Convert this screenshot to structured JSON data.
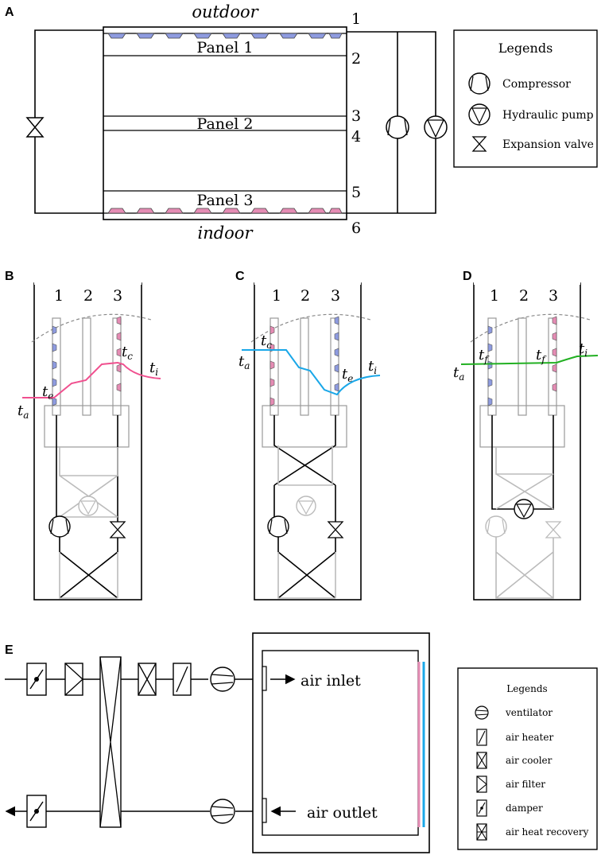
{
  "panel_labels": {
    "A": "A",
    "B": "B",
    "C": "C",
    "D": "D",
    "E": "E"
  },
  "colors": {
    "cold_fin": "#8e9be0",
    "hot_fin": "#e58cb4",
    "pink_curve": "#f0508f",
    "blue_curve": "#1aa7e8",
    "green_curve": "#22b022"
  },
  "diagram_a": {
    "outdoor": "outdoor",
    "indoor": "indoor",
    "panels": [
      "Panel 1",
      "Panel 2",
      "Panel 3"
    ],
    "numbers": [
      "1",
      "2",
      "3",
      "4",
      "5",
      "6"
    ]
  },
  "legend_a": {
    "title": "Legends",
    "items": [
      {
        "icon": "compressor-icon",
        "label": "Compressor"
      },
      {
        "icon": "hydraulic-pump-icon",
        "label": "Hydraulic pump"
      },
      {
        "icon": "expansion-valve-icon",
        "label": "Expansion valve"
      }
    ]
  },
  "diagram_b": {
    "cols": [
      "1",
      "2",
      "3"
    ],
    "t_a": "t",
    "t_a_sub": "a",
    "t_e": "t",
    "t_e_sub": "e",
    "t_c": "t",
    "t_c_sub": "c",
    "t_i": "t",
    "t_i_sub": "i"
  },
  "diagram_c": {
    "cols": [
      "1",
      "2",
      "3"
    ],
    "t_a": "t",
    "t_a_sub": "a",
    "t_c": "t",
    "t_c_sub": "c",
    "t_e": "t",
    "t_e_sub": "e",
    "t_i": "t",
    "t_i_sub": "i"
  },
  "diagram_d": {
    "cols": [
      "1",
      "2",
      "3"
    ],
    "t_a": "t",
    "t_a_sub": "a",
    "t_f1": "t",
    "t_f1_sub": "f",
    "t_f2": "t",
    "t_f2_sub": "f",
    "t_i": "t",
    "t_i_sub": "i"
  },
  "diagram_e": {
    "air_inlet": "air inlet",
    "air_outlet": "air outlet"
  },
  "legend_e": {
    "title": "Legends",
    "items": [
      {
        "icon": "ventilator-icon",
        "label": "ventilator"
      },
      {
        "icon": "air-heater-icon",
        "label": "air heater"
      },
      {
        "icon": "air-cooler-icon",
        "label": "air cooler"
      },
      {
        "icon": "air-filter-icon",
        "label": "air filter"
      },
      {
        "icon": "damper-icon",
        "label": "damper"
      },
      {
        "icon": "air-heat-recovery-icon",
        "label": "air heat recovery"
      }
    ]
  }
}
